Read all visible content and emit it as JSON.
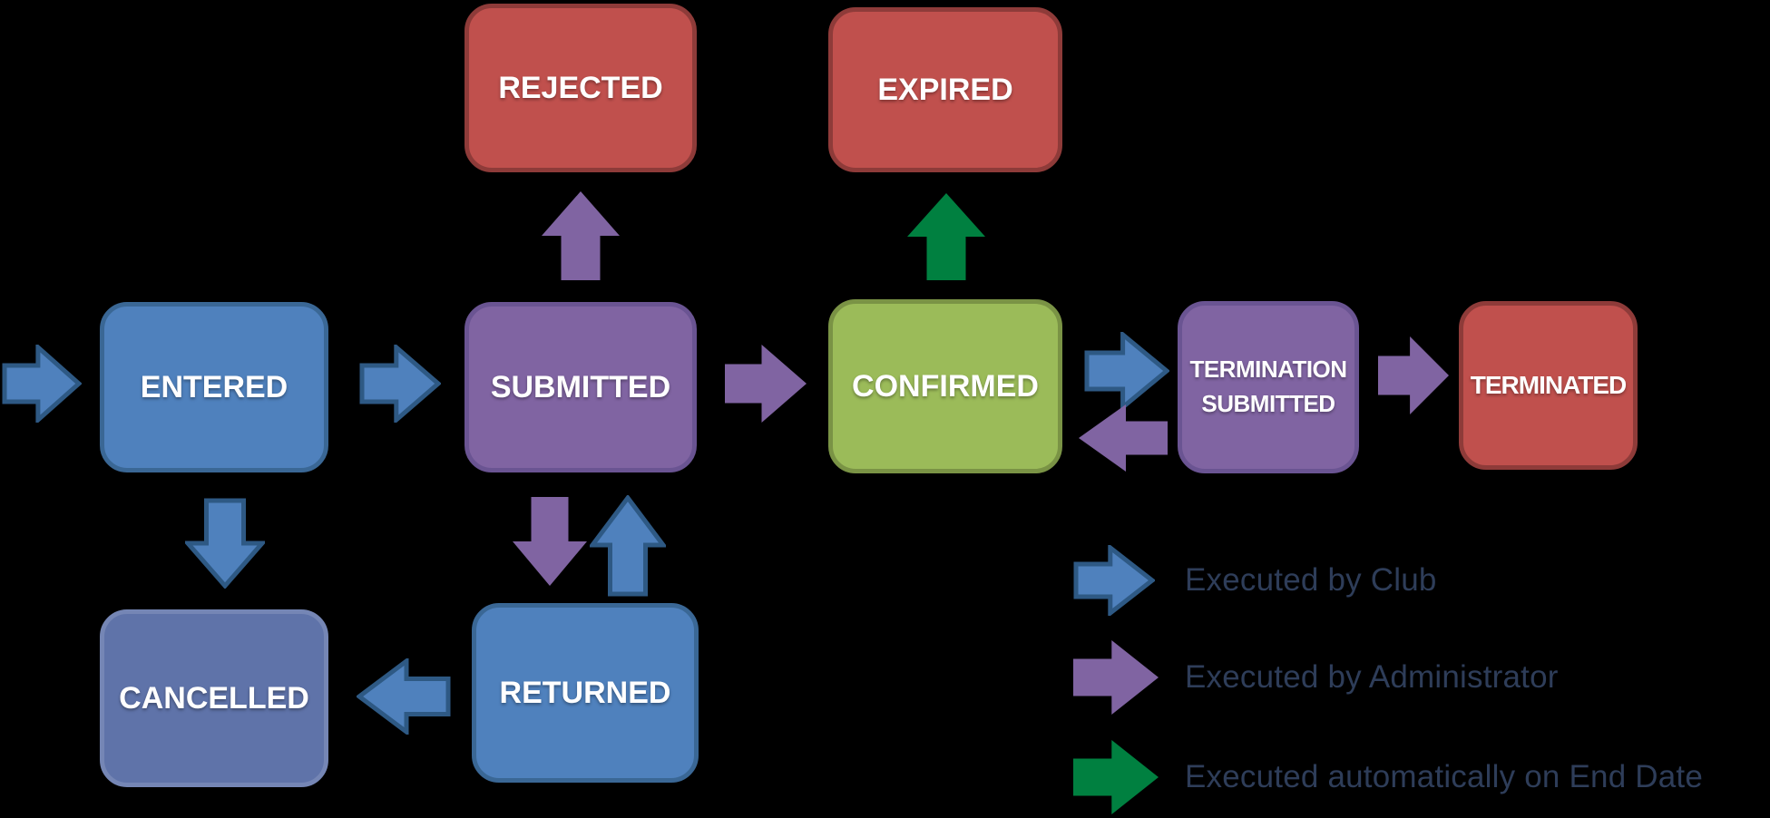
{
  "diagram": {
    "background": "#000000",
    "nodes": {
      "entered": {
        "label": "ENTERED",
        "style": "blue"
      },
      "rejected": {
        "label": "REJECTED",
        "style": "red"
      },
      "submitted": {
        "label": "SUBMITTED",
        "style": "purple"
      },
      "expired": {
        "label": "EXPIRED",
        "style": "red"
      },
      "confirmed": {
        "label": "CONFIRMED",
        "style": "green"
      },
      "termination_submitted": {
        "label": "TERMINATION SUBMITTED",
        "style": "purple"
      },
      "terminated": {
        "label": "TERMINATED",
        "style": "red"
      },
      "cancelled": {
        "label": "CANCELLED",
        "style": "slate"
      },
      "returned": {
        "label": "RETURNED",
        "style": "blue"
      }
    },
    "node_styles": {
      "blue": {
        "fill": "#4F81BD",
        "border": "#3A6795"
      },
      "purple": {
        "fill": "#8064A2",
        "border": "#6A5492"
      },
      "green": {
        "fill": "#9BBB59",
        "border": "#7A9345"
      },
      "red": {
        "fill": "#C0504D",
        "border": "#8E3B39"
      },
      "slate": {
        "fill": "#5F73A9",
        "border": "#7586B5"
      }
    },
    "arrow_styles": {
      "club": {
        "fill": "#4F81BD",
        "stroke": "#2E5984"
      },
      "admin": {
        "fill": "#8064A2",
        "stroke": ""
      },
      "auto": {
        "fill": "#008040",
        "stroke": ""
      }
    },
    "arrows": {
      "entry_to_entered": {
        "type": "club",
        "dir": "right",
        "from": "",
        "to": "entered"
      },
      "entered_to_submitted": {
        "type": "club",
        "dir": "right",
        "from": "entered",
        "to": "submitted"
      },
      "submitted_to_rejected": {
        "type": "admin",
        "dir": "up",
        "from": "submitted",
        "to": "rejected"
      },
      "submitted_to_confirmed": {
        "type": "admin",
        "dir": "right",
        "from": "submitted",
        "to": "confirmed"
      },
      "confirmed_to_expired": {
        "type": "auto",
        "dir": "up",
        "from": "confirmed",
        "to": "expired"
      },
      "confirmed_to_termination_submitted": {
        "type": "club",
        "dir": "right",
        "from": "confirmed",
        "to": "termination_submitted"
      },
      "termination_submitted_to_confirmed": {
        "type": "admin",
        "dir": "left",
        "from": "termination_submitted",
        "to": "confirmed"
      },
      "termination_submitted_to_terminated": {
        "type": "admin",
        "dir": "right",
        "from": "termination_submitted",
        "to": "terminated"
      },
      "entered_to_cancelled": {
        "type": "club",
        "dir": "down",
        "from": "entered",
        "to": "cancelled"
      },
      "submitted_to_returned": {
        "type": "admin",
        "dir": "down",
        "from": "submitted",
        "to": "returned"
      },
      "returned_to_submitted": {
        "type": "club",
        "dir": "up",
        "from": "returned",
        "to": "submitted"
      },
      "returned_to_cancelled": {
        "type": "club",
        "dir": "left",
        "from": "returned",
        "to": "cancelled"
      },
      "legend_club": {
        "type": "club",
        "dir": "right"
      },
      "legend_admin": {
        "type": "admin",
        "dir": "right"
      },
      "legend_auto": {
        "type": "auto",
        "dir": "right"
      }
    },
    "legend": {
      "text_color": "#2E3D59",
      "items": [
        {
          "type": "club",
          "label": "Executed by Club"
        },
        {
          "type": "admin",
          "label": "Executed by Administrator"
        },
        {
          "type": "auto",
          "label": "Executed automatically on End Date"
        }
      ]
    }
  }
}
